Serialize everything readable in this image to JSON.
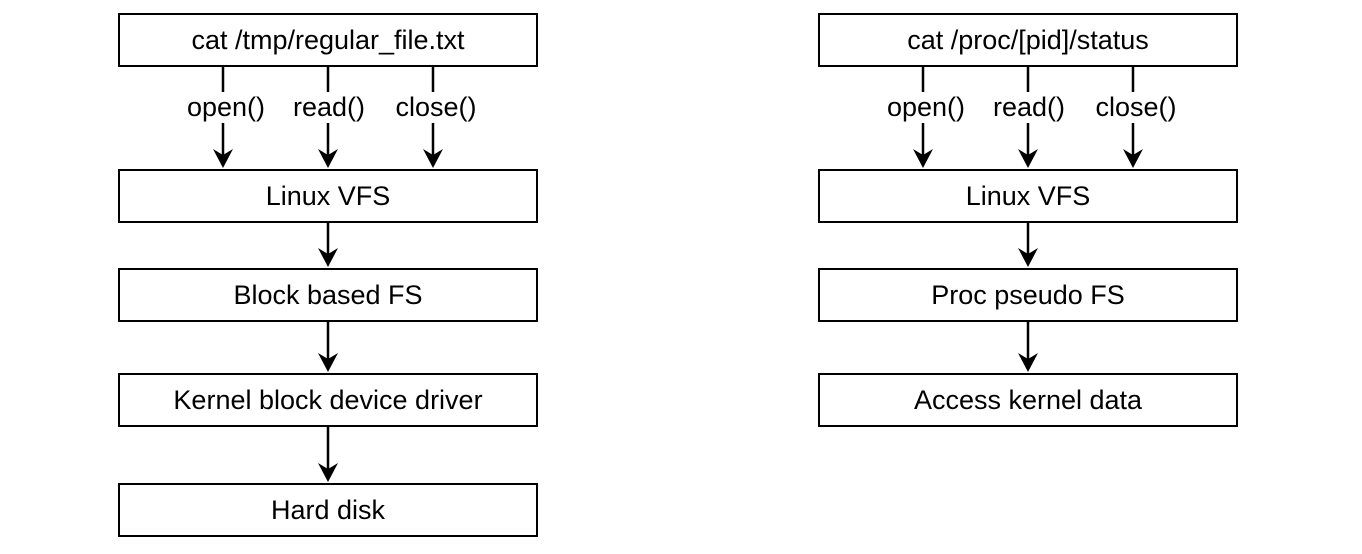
{
  "diagram": {
    "background_color": "#ffffff",
    "line_color": "#000000",
    "left_flow": {
      "command": "cat /tmp/regular_file.txt",
      "syscalls": [
        "open()",
        "read()",
        "close()"
      ],
      "layers": [
        "Linux VFS",
        "Block based FS",
        "Kernel block device driver",
        "Hard disk"
      ]
    },
    "right_flow": {
      "command": "cat /proc/[pid]/status",
      "syscalls": [
        "open()",
        "read()",
        "close()"
      ],
      "layers": [
        "Linux VFS",
        "Proc pseudo FS",
        "Access kernel data"
      ]
    }
  }
}
